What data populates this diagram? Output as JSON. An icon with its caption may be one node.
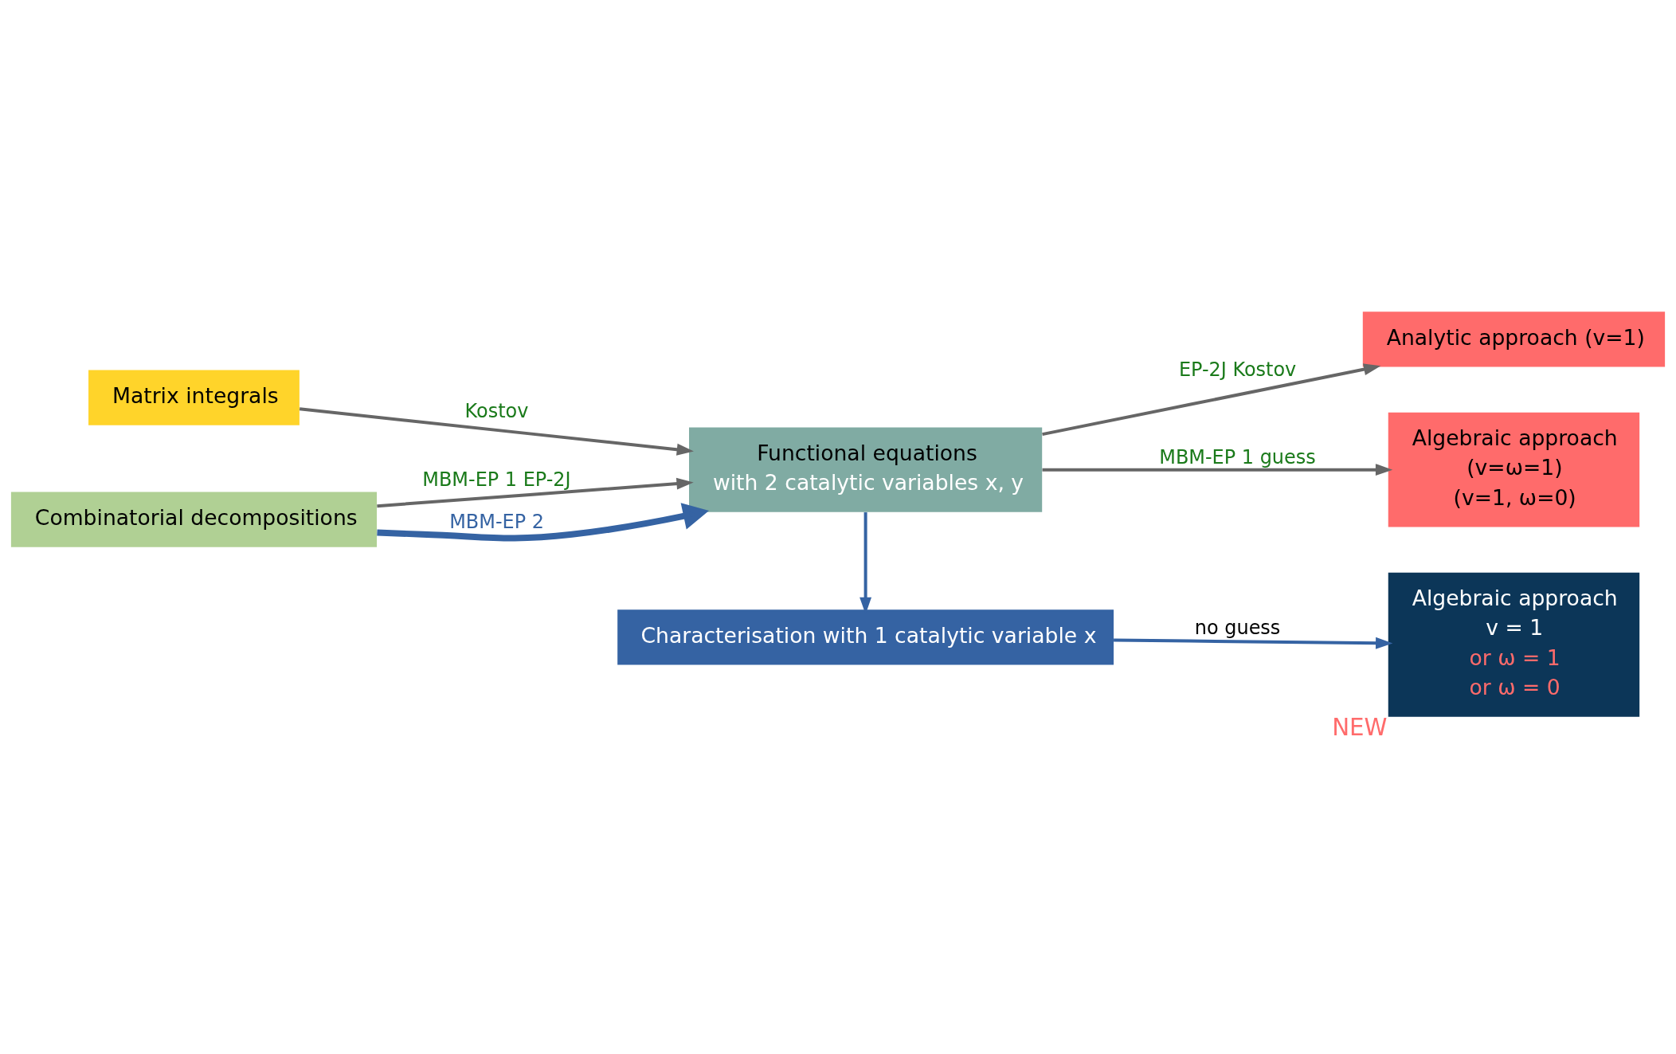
{
  "diagram": {
    "nodes": [
      {
        "text": [
          "Matrix integrals"
        ]
      },
      {
        "text": [
          "Combinatorial decompositions"
        ]
      },
      {
        "text": [
          "Functional equations",
          "with 2 catalytic variables x, y"
        ]
      },
      {
        "text": [
          "Analytic approach (v=1)"
        ]
      },
      {
        "text": [
          "Algebraic approach",
          "(v=ω=1)",
          "(v=1, ω=0)"
        ]
      },
      {
        "text": [
          "Characterisation with 1 catalytic variable x"
        ]
      },
      {
        "text": [
          "Algebraic approach",
          "v = 1",
          "or ω = 1",
          "or ω = 0"
        ],
        "beside": [
          "NEW"
        ]
      }
    ],
    "edges": [
      {
        "from": 0,
        "to": 2,
        "arrow": "to",
        "label": "Kostov"
      },
      {
        "from": 1,
        "to": 2,
        "arrow": "to",
        "label": "MBM-EP 1 EP-2J"
      },
      {
        "from": 1,
        "to": 2,
        "arrow": "to",
        "label": "MBM-EP 2",
        "style": "thick",
        "color": "#3563a3"
      },
      {
        "from": 2,
        "to": 3,
        "arrow": "to",
        "label": "EP-2J Kostov"
      },
      {
        "from": 2,
        "to": 4,
        "arrow": "to",
        "label": "MBM-EP 1 guess"
      },
      {
        "from": 2,
        "to": 5,
        "arrow": "to",
        "color": "#3563a3"
      },
      {
        "from": 5,
        "to": 6,
        "arrow": "to",
        "label": "no guess",
        "color": "#3563a3"
      }
    ]
  }
}
